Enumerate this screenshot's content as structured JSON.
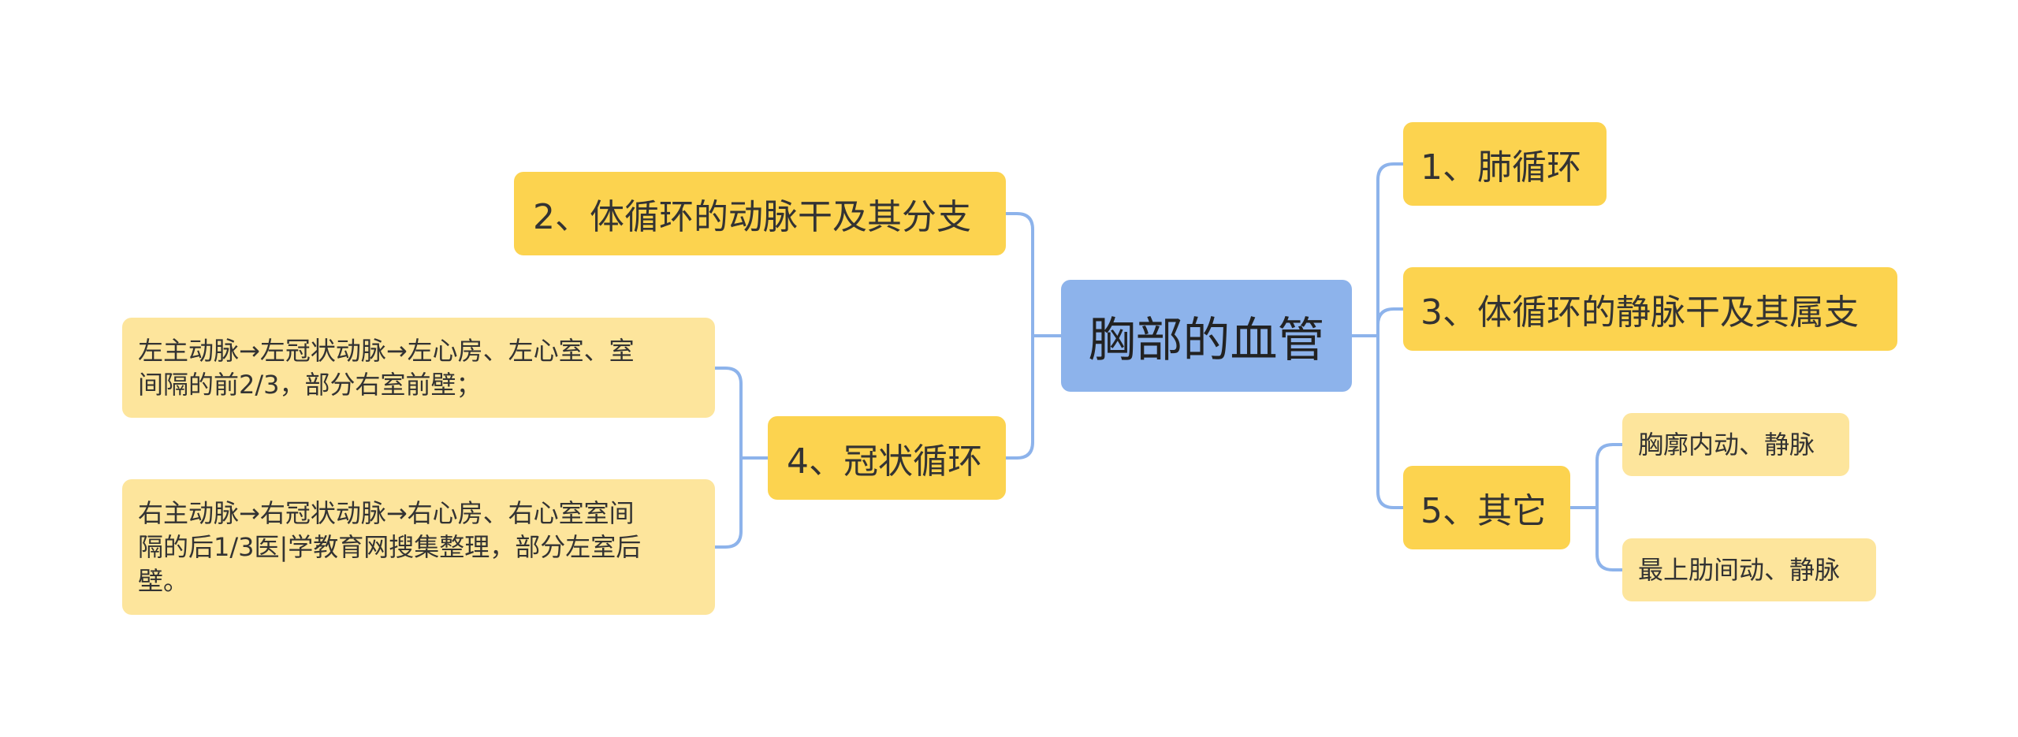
{
  "root": {
    "label": "胸部的血管"
  },
  "branches": {
    "b1": {
      "label": "1、肺循环"
    },
    "b2": {
      "label": "2、体循环的动脉干及其分支"
    },
    "b3": {
      "label": "3、体循环的静脉干及其属支"
    },
    "b4": {
      "label": "4、冠状循环",
      "children": [
        {
          "lines": [
            "左主动脉→左冠状动脉→左心房、左心室、室",
            "间隔的前2/3，部分右室前壁；"
          ]
        },
        {
          "lines": [
            "右主动脉→右冠状动脉→右心房、右心室室间",
            "隔的后1/3医|学教育网搜集整理，部分左室后",
            "壁。"
          ]
        }
      ]
    },
    "b5": {
      "label": "5、其它",
      "children": [
        {
          "label": "胸廓内动、静脉"
        },
        {
          "label": "最上肋间动、静脉"
        }
      ]
    }
  },
  "colors": {
    "root_fill": "#8db3eb",
    "branch_fill": "#fcd34f",
    "leaf_fill": "#fde59c",
    "connector": "#8db3eb"
  }
}
